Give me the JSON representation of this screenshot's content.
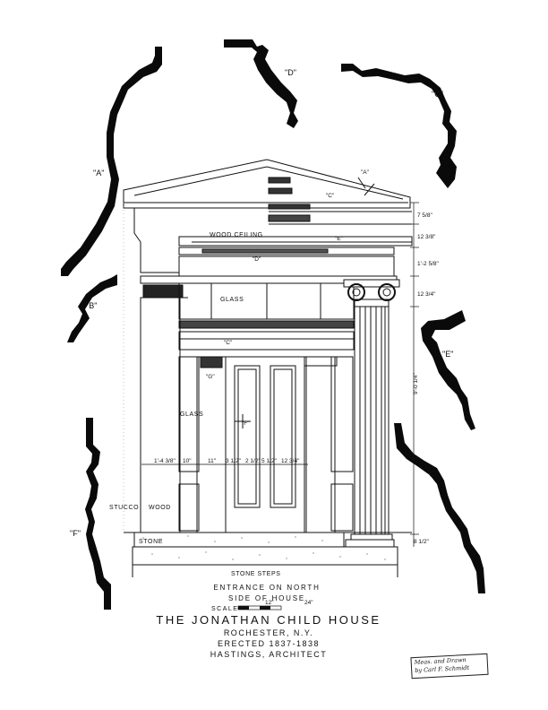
{
  "profiles": {
    "a_left": "\"A\"",
    "a_pediment": "\"A\"",
    "b": "\"B\"",
    "c": "\"C\"",
    "c_inner": "\"C\"",
    "d": "\"D\"",
    "d_inner": "\"D\"",
    "e": "\"E\"",
    "e_inner": "\"E\"",
    "f": "\"F\"",
    "f_inner": "\"F\"",
    "g": "\"G\"",
    "g_inner": "\"G\""
  },
  "labels": {
    "wood_ceiling": "WOOD CEILING",
    "glass_transom": "GLASS",
    "glass_side": "GLASS",
    "stucco": "STUCCO",
    "wood": "WOOD",
    "stone": "STONE",
    "stone_steps": "STONE STEPS"
  },
  "dimensions": {
    "d1": "7 5/8\"",
    "d2": "12 3/8\"",
    "d3": "1'-2 5/8\"",
    "d4": "12 3/4\"",
    "d5": "9'-0 1/4\"",
    "d6": "8 1/2\"",
    "w1": "1'-4 3/8\"",
    "w2": "10\"",
    "w3": "11\"",
    "w4": "3 1/2\"",
    "w5": "2 1/2\"",
    "w6": "5 1/2\"",
    "w7": "12 3/4\""
  },
  "caption": {
    "line1": "ENTRANCE ON NORTH",
    "line2": "SIDE OF HOUSE",
    "scale_label": "SCALE",
    "scale_12": "12\"",
    "scale_24": "24\""
  },
  "title": {
    "name": "THE JONATHAN CHILD HOUSE",
    "city": "ROCHESTER, N.Y.",
    "erected": "ERECTED 1837-1838",
    "architect": "HASTINGS, ARCHITECT"
  },
  "signature": {
    "line1": "Meas. and Drawn",
    "line2": "by Carl F. Schmidt"
  }
}
